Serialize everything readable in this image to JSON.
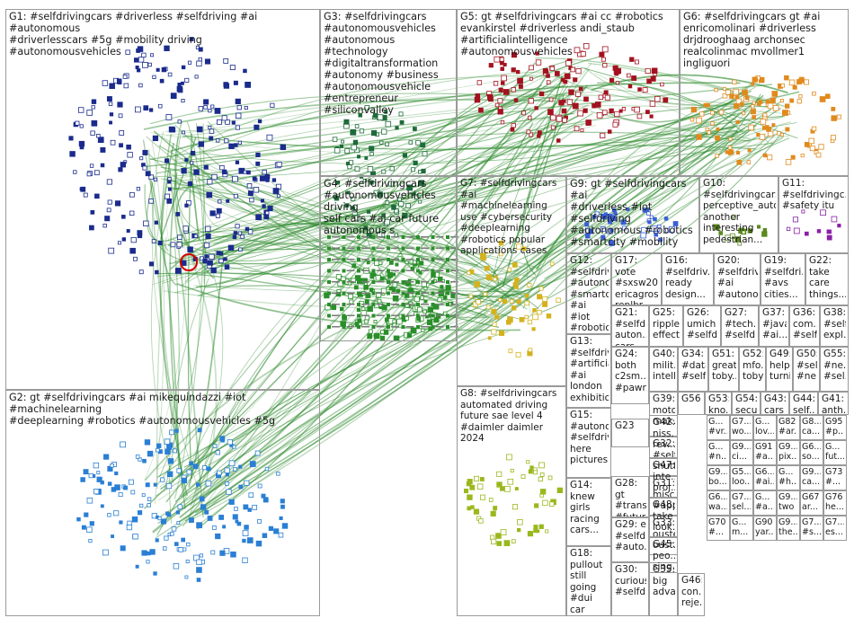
{
  "graph": {
    "edge_color": "#2e8b2e",
    "groups": [
      {
        "id": "G1",
        "label": "G1: #selfdrivingcars #driverless #selfdriving #ai #autonomous\n#driverlesscars #5g #mobility driving #autonomousvehicles",
        "color": "#1a2b8c"
      },
      {
        "id": "G2",
        "label": "G2: gt #selfdrivingcars #ai mikequindazzi #iot #machinelearning\n#deeplearning #robotics #autonomousvehicles #5g",
        "color": "#2a7fd4"
      },
      {
        "id": "G3",
        "label": "G3: #selfdrivingcars\n#autonomousvehicles\n#autonomous #technology\n#digitaltransformation\n#autonomy #business\n#autonomousvehicle\n#entrepreneur #siliconvalley",
        "color": "#1e6b3a"
      },
      {
        "id": "G4",
        "label": "G4: #selfdrivingcars\n#autonomousvehicles driving\nself cars #ai car future\nautonomous s",
        "color": "#2a8f2a"
      },
      {
        "id": "G5",
        "label": "G5: gt #selfdrivingcars #ai cc #robotics\nevankirstel #driverless andi_staub\n#artificialintelligence #autonomousvehicles",
        "color": "#a3121f"
      },
      {
        "id": "G6",
        "label": "G6: #selfdrivingcars gt #ai\nenricomolinari #driverless\ndrjdrooghaag archonsec\nrealcolinmac mvollmer1 ingliguori",
        "color": "#e08a1e"
      },
      {
        "id": "G7",
        "label": "G7: #selfdrivingcars\n#ai #machinelearning\nuse #cybersecurity\n#deeplearning\n#robotics popular\napplications cases",
        "color": "#d4b21e"
      },
      {
        "id": "G8",
        "label": "G8: #selfdrivingcars\nautomated driving\nfuture sae level 4\n#daimler daimler 2024",
        "color": "#9ab81e"
      },
      {
        "id": "G9",
        "label": "G9: gt #selfdrivingcars #ai\n#driverless #iot #selfdriving\n#autonomous #robotics\n#smartcity #mobility",
        "color": "#3a5fd4"
      },
      {
        "id": "G10",
        "label": "G10: #selfdrivingcars\nperceptive_auto\nanother\ninteresting\npedestrian...",
        "color": "#5b8a1e"
      },
      {
        "id": "G11",
        "label": "G11: #selfdrivingc...\n#safety itu",
        "color": "#8a1ea8"
      },
      {
        "id": "G12",
        "label": "G12:\n#selfdriv...\n#autono...\n#smartc...\n#ai #iot\n#robotic...",
        "color": "#444444"
      },
      {
        "id": "G13",
        "label": "G13:\n#selfdriv...\n#artificia...\n#ai\nlondon\nexhibitio...",
        "color": "#444444"
      },
      {
        "id": "G14",
        "label": "G14:\nknew\ngirls\nracing\ncars...",
        "color": "#444444"
      },
      {
        "id": "G15",
        "label": "G15:\n#autono...\n#selfdriv...\nhere\npictures...",
        "color": "#444444"
      },
      {
        "id": "G16",
        "label": "G16:\n#selfdriv...\nready\ndesign...",
        "color": "#444444"
      },
      {
        "id": "G17",
        "label": "G17: vote\n#sxsw20...\nericagros...\nreplbr",
        "color": "#444444"
      },
      {
        "id": "G18",
        "label": "G18:\npullout\nstill going\n#dui car\ndriving...",
        "color": "#444444"
      },
      {
        "id": "G19",
        "label": "G19:\n#selfdri...\n#avs\ncities...",
        "color": "#444444"
      },
      {
        "id": "G20",
        "label": "G20:\n#selfdriv...\n#ai\n#autono...",
        "color": "#444444"
      },
      {
        "id": "G21",
        "label": "G21:\n#selfd...\nauton...\ncars\n#auto...",
        "color": "#444444"
      },
      {
        "id": "G22",
        "label": "G22:\ntake\ncare\nthings...",
        "color": "#444444"
      },
      {
        "id": "G23",
        "label": "G23",
        "color": "#444444"
      },
      {
        "id": "G24",
        "label": "G24:\nboth\nc2sm...\n#pawr...",
        "color": "#444444"
      },
      {
        "id": "G25",
        "label": "G25:\nripple\neffect...",
        "color": "#444444"
      },
      {
        "id": "G26",
        "label": "G26:\numich\n#selfd...",
        "color": "#444444"
      },
      {
        "id": "G27",
        "label": "G27:\n#tech...\n#selfd...",
        "color": "#444444"
      },
      {
        "id": "G28",
        "label": "G28: gt\n#trans...\n#futur...",
        "color": "#444444"
      },
      {
        "id": "G29",
        "label": "G29: e\n#selfd...\n#auto...",
        "color": "#444444"
      },
      {
        "id": "G30",
        "label": "G30:\ncurious\n#selfd...",
        "color": "#444444"
      },
      {
        "id": "G31",
        "label": "G31:\nmisc...\n#app...",
        "color": "#444444"
      },
      {
        "id": "G32",
        "label": "G32:\n#self...\nshutt...",
        "color": "#444444"
      },
      {
        "id": "G33",
        "label": "G33:\nouster\noust...",
        "color": "#444444"
      },
      {
        "id": "G34",
        "label": "G34:\n#data...\n#selfd...",
        "color": "#444444"
      },
      {
        "id": "G35",
        "label": "G35:\nbig\nadva...",
        "color": "#444444"
      },
      {
        "id": "G36",
        "label": "G36:\ncom...\n#self...",
        "color": "#444444"
      },
      {
        "id": "G37",
        "label": "G37:\n#java\n#ai...",
        "color": "#444444"
      },
      {
        "id": "G38",
        "label": "G38:\n#self...\nexpl...",
        "color": "#444444"
      },
      {
        "id": "G39",
        "label": "G39:\nmoto...\nmak...",
        "color": "#444444"
      },
      {
        "id": "G40",
        "label": "G40:\nmilit...\nintell...",
        "color": "#444444"
      },
      {
        "id": "G41",
        "label": "G41:\nanth...",
        "color": "#444444"
      },
      {
        "id": "G42",
        "label": "G42:\nniss...\nrev...",
        "color": "#444444"
      },
      {
        "id": "G43",
        "label": "G43:\ncars",
        "color": "#444444"
      },
      {
        "id": "G44",
        "label": "G44:\nself...",
        "color": "#444444"
      },
      {
        "id": "G45",
        "label": "G45:\npeo...\nsing...",
        "color": "#444444"
      },
      {
        "id": "G46",
        "label": "G46:\ncon...\nreje...",
        "color": "#444444"
      },
      {
        "id": "G47",
        "label": "G47:\ninte...\nproj...",
        "color": "#444444"
      },
      {
        "id": "G48",
        "label": "G48:\ntake\nlook...",
        "color": "#444444"
      },
      {
        "id": "G49",
        "label": "G49:\nhelp\nturni...",
        "color": "#444444"
      },
      {
        "id": "G50",
        "label": "G50:\n#sel...\n#ne...",
        "color": "#444444"
      },
      {
        "id": "G51",
        "label": "G51:\ngreat\ntoby...",
        "color": "#444444"
      },
      {
        "id": "G52",
        "label": "G52:\nmfo...\ntoby...",
        "color": "#444444"
      },
      {
        "id": "G53",
        "label": "G53:\nkno...",
        "color": "#444444"
      },
      {
        "id": "G54",
        "label": "G54:\nsecu...",
        "color": "#444444"
      },
      {
        "id": "G55",
        "label": "G55:\n#ne...\n#sel...",
        "color": "#444444"
      },
      {
        "id": "G56",
        "label": "G56",
        "color": "#444444"
      }
    ],
    "small_groups": [
      "G57",
      "G58",
      "G59",
      "G60",
      "G61",
      "G62",
      "G63",
      "G64",
      "G65",
      "G66",
      "G67",
      "G68",
      "G69",
      "G70",
      "G71",
      "G72",
      "G73",
      "G74",
      "G75",
      "G76",
      "G77",
      "G78",
      "G79",
      "G80",
      "G81",
      "G82",
      "G83",
      "G84",
      "G85",
      "G86",
      "G87",
      "G88",
      "G89",
      "G90",
      "G91",
      "G92",
      "G93",
      "G94",
      "G95"
    ],
    "small_labels": {
      "G57": "G...\n#vr...",
      "G58": "G7...\nwo...",
      "G59": "G...\nlov...",
      "G60": "G82\n#ar...",
      "G61": "G8...\nca...",
      "G62": "G95\n#p...",
      "G63": "G...\n#n...",
      "G64": "G9...\nci...",
      "G65": "G91\n#a...",
      "G66": "G9...\npix...",
      "G67": "G6...\nso...",
      "G68": "G...\nfut...",
      "G69": "G9...\nbo...",
      "G70": "G5...\nloo...",
      "G71": "G6...\n#ai...",
      "G72": "G...\n#h...",
      "G73": "G9...\nca...",
      "G74": "G73\n#...",
      "G75": "G6...\nwa...",
      "G76": "G7...\nsel...",
      "G77": "G...\n#a...",
      "G78": "G9...\ntwo",
      "G79": "G67\nar...",
      "G80": "G76\nhe...",
      "G81": "G70\n#...",
      "G82": "G...\nm...",
      "G83": "G90\nyar...",
      "G84": "G9...\nthe...",
      "G85": "G7...\n#s...",
      "G86": "G7...\nes..."
    }
  }
}
